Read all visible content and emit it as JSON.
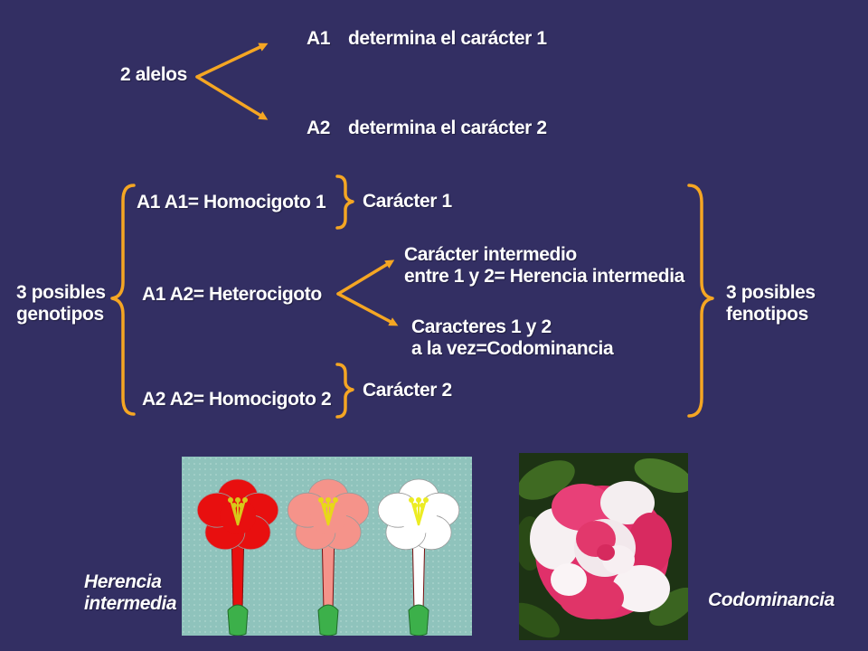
{
  "alleles": {
    "label": "2 alelos",
    "a1": {
      "code": "A1",
      "desc": "determina el carácter 1"
    },
    "a2": {
      "code": "A2",
      "desc": "determina el carácter 2"
    }
  },
  "genotypes": {
    "label": "3 posibles\ngenotipos",
    "homo1": "A1 A1= Homocigoto 1",
    "hetero": "A1 A2= Heterocigoto",
    "homo2": "A2 A2= Homocigoto 2"
  },
  "results": {
    "char1": "Carácter 1",
    "intermediate": "Carácter intermedio\nentre 1 y 2= Herencia intermedia",
    "codominance": "Caracteres 1 y 2\na la vez=Codominancia",
    "char2": "Carácter 2"
  },
  "phenotypes": {
    "label": "3 posibles\nfenotipos"
  },
  "images": {
    "intermediate_caption": "Herencia\nintermedia",
    "codominance_caption": "Codominancia",
    "flowers": [
      {
        "petal_color": "#e80f0f",
        "center_color": "#d8c81a",
        "name": "red"
      },
      {
        "petal_color": "#f5938a",
        "center_color": "#e8d818",
        "name": "pink"
      },
      {
        "petal_color": "#ffffff",
        "center_color": "#ecec22",
        "name": "white"
      }
    ]
  },
  "colors": {
    "background": "#332f63",
    "accent_orange": "#f5a623",
    "panel_bg": "#8fc3bc"
  }
}
